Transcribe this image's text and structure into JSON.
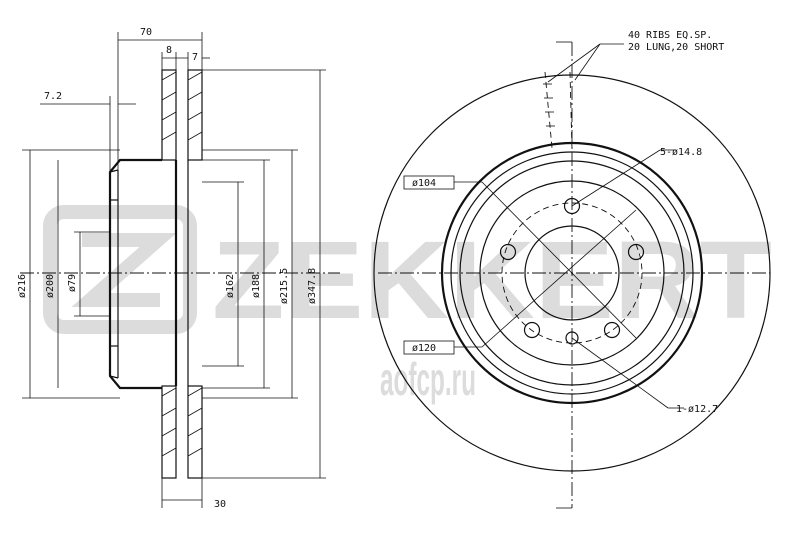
{
  "brand": {
    "watermark": "ZEKKERT",
    "web": "aofcp.ru"
  },
  "side_view": {
    "dims": {
      "overall_width": "70",
      "hub_flange": "8",
      "plate": "7",
      "offset": "7.2",
      "d216": "ø216",
      "d200": "ø200",
      "d79": "ø79",
      "d162": "ø162",
      "d188": "ø188",
      "d215_5": "ø215.5",
      "d347_8": "ø347.8",
      "thickness": "30"
    }
  },
  "front_view": {
    "ribs_line1": "40 RIBS EQ.SP.",
    "ribs_line2": "20 LUNG,20 SHORT",
    "bolt_holes": "5-ø14.8",
    "pcd_label": "ø104",
    "bore_label": "ø120",
    "pin_hole": "1-ø12.7",
    "bolt_count": 5
  }
}
